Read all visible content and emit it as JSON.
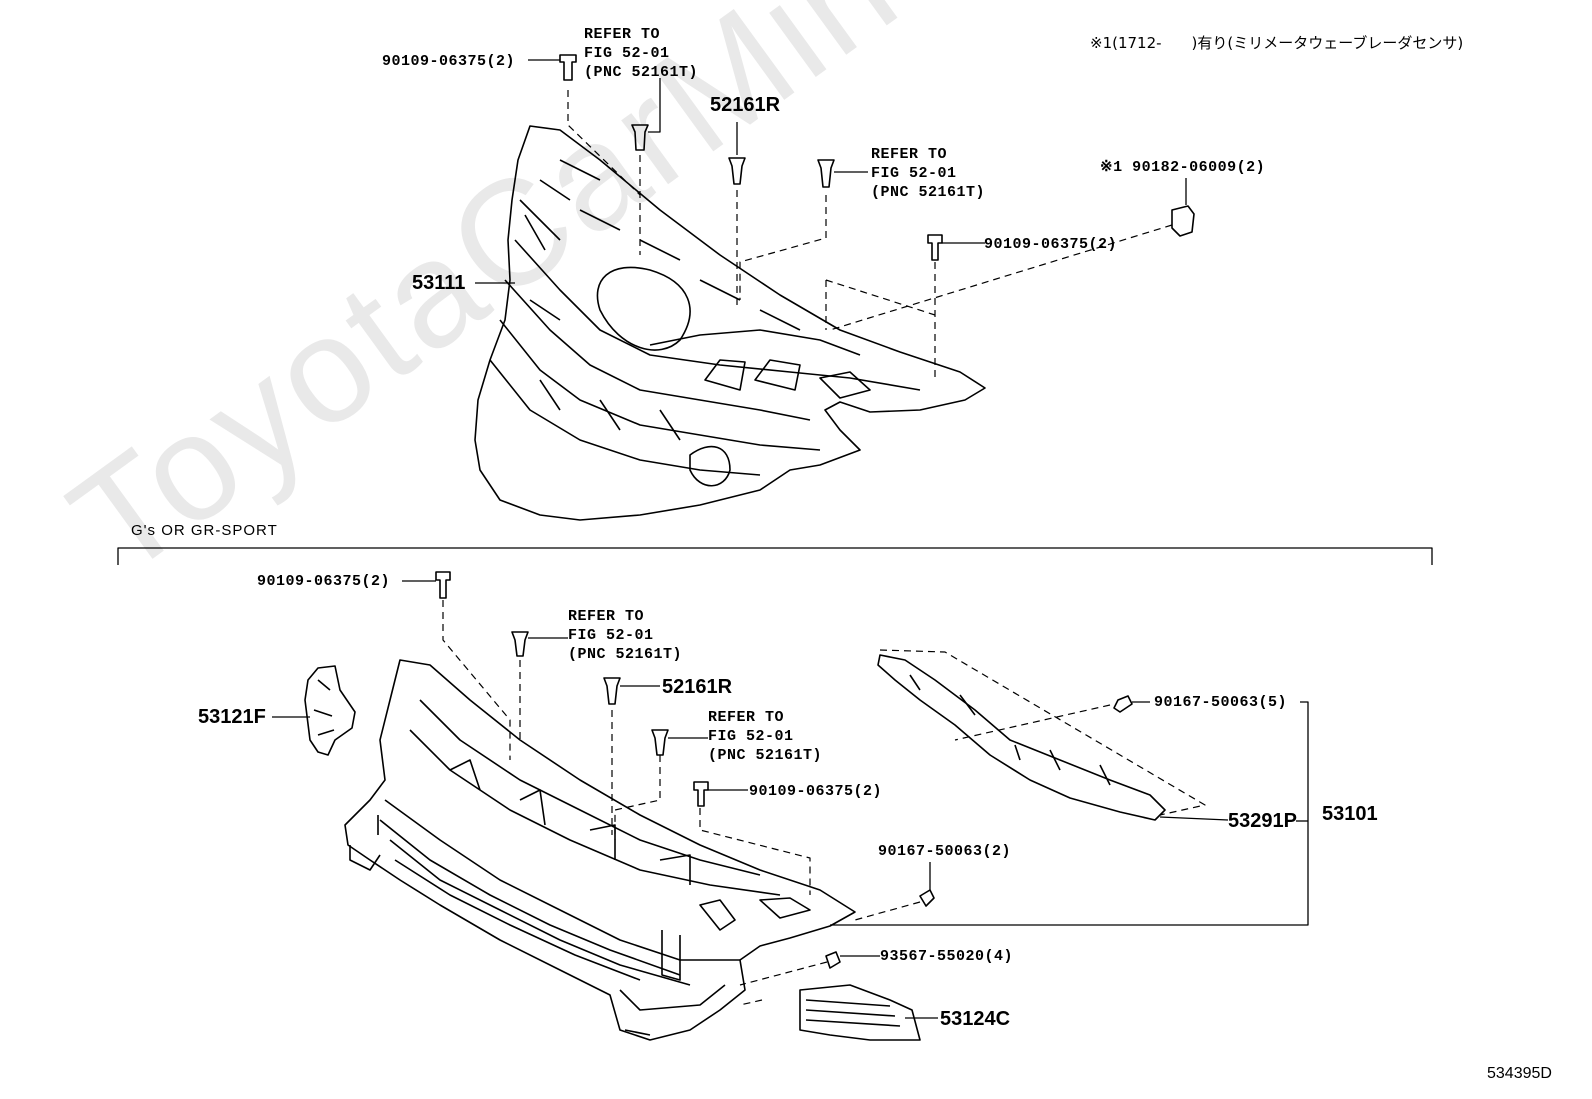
{
  "watermark": "ToyotaCarMine.ru",
  "header_note": "※1(1712-　　)有り(ミリメータウェーブレーダセンサ)",
  "section_label": "G's OR GR-SPORT",
  "diagram_code": "534395D",
  "upper": {
    "bolt_left": "90109-06375(2)",
    "refer_a": "REFER TO\nFIG 52-01\n(PNC 52161T)",
    "clip_r": "52161R",
    "refer_b": "REFER TO\nFIG 52-01\n(PNC 52161T)",
    "sensor_bracket": "※1 90182-06009(2)",
    "bolt_right": "90109-06375(2)",
    "grille": "53111"
  },
  "lower": {
    "bolt_top": "90109-06375(2)",
    "refer_a": "REFER TO\nFIG 52-01\n(PNC 52161T)",
    "clip_r": "52161R",
    "refer_b": "REFER TO\nFIG 52-01\n(PNC 52161T)",
    "bolt_mid": "90109-06375(2)",
    "side_cover": "53121F",
    "screw_5": "90167-50063(5)",
    "retainer": "53291P",
    "assy": "53101",
    "screw_2": "90167-50063(2)",
    "screw_4": "93567-55020(4)",
    "insert": "53124C"
  }
}
